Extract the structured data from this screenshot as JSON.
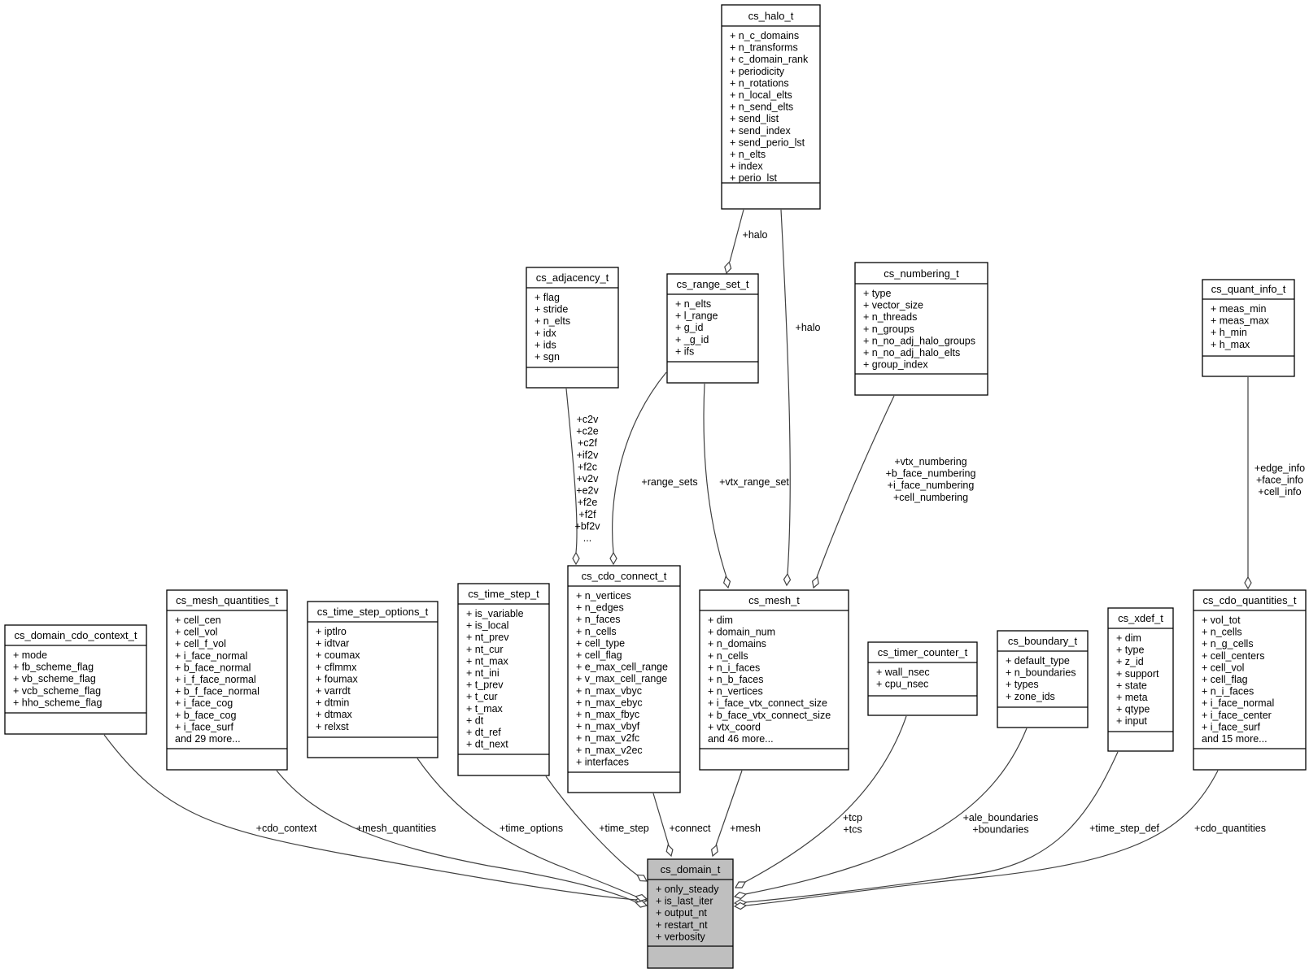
{
  "nodes": {
    "cs_halo_t": {
      "title": "cs_halo_t",
      "attrs": [
        "+ n_c_domains",
        "+ n_transforms",
        "+ c_domain_rank",
        "+ periodicity",
        "+ n_rotations",
        "+ n_local_elts",
        "+ n_send_elts",
        "+ send_list",
        "+ send_index",
        "+ send_perio_lst",
        "+ n_elts",
        "+ index",
        "+ perio_lst"
      ]
    },
    "cs_adjacency_t": {
      "title": "cs_adjacency_t",
      "attrs": [
        "+ flag",
        "+ stride",
        "+ n_elts",
        "+ idx",
        "+ ids",
        "+ sgn"
      ]
    },
    "cs_range_set_t": {
      "title": "cs_range_set_t",
      "attrs": [
        "+ n_elts",
        "+ l_range",
        "+ g_id",
        "+ _g_id",
        "+ ifs"
      ]
    },
    "cs_numbering_t": {
      "title": "cs_numbering_t",
      "attrs": [
        "+ type",
        "+ vector_size",
        "+ n_threads",
        "+ n_groups",
        "+ n_no_adj_halo_groups",
        "+ n_no_adj_halo_elts",
        "+ group_index"
      ]
    },
    "cs_quant_info_t": {
      "title": "cs_quant_info_t",
      "attrs": [
        "+ meas_min",
        "+ meas_max",
        "+ h_min",
        "+ h_max"
      ]
    },
    "cs_domain_cdo_context_t": {
      "title": "cs_domain_cdo_context_t",
      "attrs": [
        "+ mode",
        "+ fb_scheme_flag",
        "+ vb_scheme_flag",
        "+ vcb_scheme_flag",
        "+ hho_scheme_flag"
      ]
    },
    "cs_mesh_quantities_t": {
      "title": "cs_mesh_quantities_t",
      "attrs": [
        "+ cell_cen",
        "+ cell_vol",
        "+ cell_f_vol",
        "+ i_face_normal",
        "+ b_face_normal",
        "+ i_f_face_normal",
        "+ b_f_face_normal",
        "+ i_face_cog",
        "+ b_face_cog",
        "+ i_face_surf",
        "and 29 more..."
      ]
    },
    "cs_time_step_options_t": {
      "title": "cs_time_step_options_t",
      "attrs": [
        "+ iptlro",
        "+ idtvar",
        "+ coumax",
        "+ cflmmx",
        "+ foumax",
        "+ varrdt",
        "+ dtmin",
        "+ dtmax",
        "+ relxst"
      ]
    },
    "cs_time_step_t": {
      "title": "cs_time_step_t",
      "attrs": [
        "+ is_variable",
        "+ is_local",
        "+ nt_prev",
        "+ nt_cur",
        "+ nt_max",
        "+ nt_ini",
        "+ t_prev",
        "+ t_cur",
        "+ t_max",
        "+ dt",
        "+ dt_ref",
        "+ dt_next"
      ]
    },
    "cs_cdo_connect_t": {
      "title": "cs_cdo_connect_t",
      "attrs": [
        "+ n_vertices",
        "+ n_edges",
        "+ n_faces",
        "+ n_cells",
        "+ cell_type",
        "+ cell_flag",
        "+ e_max_cell_range",
        "+ v_max_cell_range",
        "+ n_max_vbyc",
        "+ n_max_ebyc",
        "+ n_max_fbyc",
        "+ n_max_vbyf",
        "+ n_max_v2fc",
        "+ n_max_v2ec",
        "+ interfaces"
      ]
    },
    "cs_mesh_t": {
      "title": "cs_mesh_t",
      "attrs": [
        "+ dim",
        "+ domain_num",
        "+ n_domains",
        "+ n_cells",
        "+ n_i_faces",
        "+ n_b_faces",
        "+ n_vertices",
        "+ i_face_vtx_connect_size",
        "+ b_face_vtx_connect_size",
        "+ vtx_coord",
        "and 46 more..."
      ]
    },
    "cs_timer_counter_t": {
      "title": "cs_timer_counter_t",
      "attrs": [
        "+ wall_nsec",
        "+ cpu_nsec"
      ]
    },
    "cs_boundary_t": {
      "title": "cs_boundary_t",
      "attrs": [
        "+ default_type",
        "+ n_boundaries",
        "+ types",
        "+ zone_ids"
      ]
    },
    "cs_xdef_t": {
      "title": "cs_xdef_t",
      "attrs": [
        "+ dim",
        "+ type",
        "+ z_id",
        "+ support",
        "+ state",
        "+ meta",
        "+ qtype",
        "+ input"
      ]
    },
    "cs_cdo_quantities_t": {
      "title": "cs_cdo_quantities_t",
      "attrs": [
        "+ vol_tot",
        "+ n_cells",
        "+ n_g_cells",
        "+ cell_centers",
        "+ cell_vol",
        "+ cell_flag",
        "+ n_i_faces",
        "+ i_face_normal",
        "+ i_face_center",
        "+ i_face_surf",
        "and 15 more..."
      ]
    },
    "cs_domain_t": {
      "title": "cs_domain_t",
      "attrs": [
        "+ only_steady",
        "+ is_last_iter",
        "+ output_nt",
        "+ restart_nt",
        "+ verbosity"
      ]
    }
  },
  "edges": {
    "halo_range": [
      "+halo"
    ],
    "halo_mesh": [
      "+halo"
    ],
    "adjacency_connect": [
      "+c2v",
      "+c2e",
      "+c2f",
      "+if2v",
      "+f2c",
      "+v2v",
      "+e2v",
      "+f2e",
      "+f2f",
      "+bf2v",
      "..."
    ],
    "range_connect": [
      "+range_sets"
    ],
    "range_mesh": [
      "+vtx_range_set"
    ],
    "numbering_mesh": [
      "+vtx_numbering",
      "+b_face_numbering",
      "+i_face_numbering",
      "+cell_numbering"
    ],
    "quant_cdoq": [
      "+edge_info",
      "+face_info",
      "+cell_info"
    ],
    "cdo_context": [
      "+cdo_context"
    ],
    "mesh_quantities": [
      "+mesh_quantities"
    ],
    "time_options": [
      "+time_options"
    ],
    "time_step": [
      "+time_step"
    ],
    "connect": [
      "+connect"
    ],
    "mesh": [
      "+mesh"
    ],
    "tcp": [
      "+tcp",
      "+tcs"
    ],
    "boundaries": [
      "+ale_boundaries",
      "+boundaries"
    ],
    "time_step_def": [
      "+time_step_def"
    ],
    "cdo_quantities": [
      "+cdo_quantities"
    ]
  }
}
